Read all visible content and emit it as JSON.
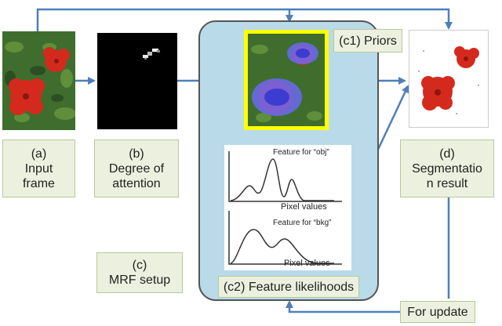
{
  "input_frame": {
    "label": "(a)\nInput\nframe"
  },
  "attention": {
    "label": "(b)\nDegree of\nattention"
  },
  "mrf": {
    "label": "(c)\nMRF setup"
  },
  "priors": {
    "label": "(c1) Priors"
  },
  "likelihoods": {
    "label": "(c2) Feature likelihoods"
  },
  "plots": {
    "top_title": "Feature for “obj”",
    "top_xlabel": "Pixel values",
    "bottom_title": "Feature for “bkg”",
    "bottom_xlabel": "Pixel values"
  },
  "segmentation": {
    "label": "(d)\nSegmentatio\nn result"
  },
  "update": {
    "label": "For update"
  },
  "colors": {
    "arrow": "#4f7fb8",
    "panel": "#b9dbe9",
    "label_box": "#ebf1de",
    "prior_frame": "#ffff00",
    "flower": "#d42a1e",
    "leaves": "#3f6d2e"
  }
}
